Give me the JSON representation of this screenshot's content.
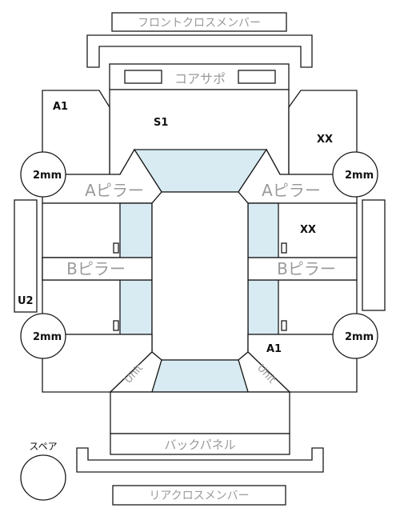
{
  "labels": {
    "front_cross_member": "フロントクロスメンバー",
    "core_support": "コアサポ",
    "a_pillar": "Aピラー",
    "b_pillar": "Bピラー",
    "back_panel": "バックパネル",
    "rear_cross_member": "リアクロスメンバー",
    "spare": "スペア",
    "a1": "A1",
    "s1": "S1",
    "xx": "XX",
    "u2": "U2",
    "two_mm": "2mm",
    "unit_fragment": "Unit"
  },
  "colors": {
    "outline": "#1a1a1a",
    "glass": "#d8ebf2",
    "label_grey": "#9a9a9a"
  }
}
